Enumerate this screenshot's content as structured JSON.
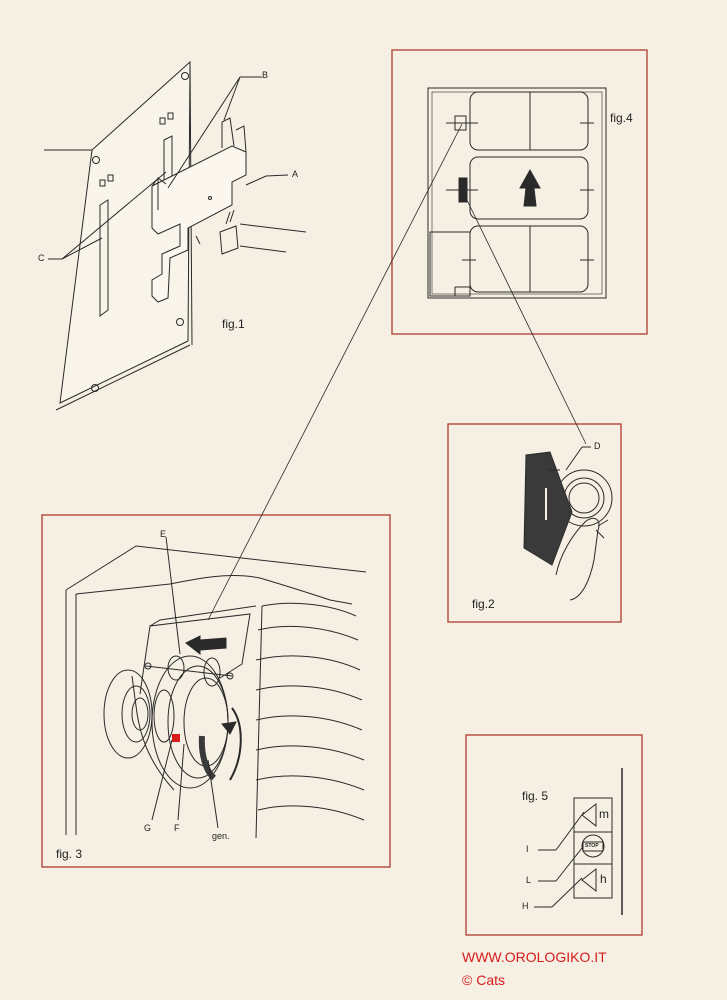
{
  "colors": {
    "paper": "#f6f0e4",
    "frame": "#b03a2e",
    "ink": "#2a2a2a",
    "watermark": "#d81b1b"
  },
  "figures": {
    "fig1": {
      "caption": "fig.1",
      "labels": {
        "a": "A",
        "b": "B",
        "c": "C"
      }
    },
    "fig2": {
      "caption": "fig.2",
      "labels": {
        "d": "D"
      }
    },
    "fig3": {
      "caption": "fig. 3",
      "labels": {
        "e": "E",
        "f": "F",
        "g": "G",
        "gen": "gen."
      }
    },
    "fig4": {
      "caption": "fig.4"
    },
    "fig5": {
      "caption": "fig. 5",
      "labels": {
        "i": "I",
        "l": "L",
        "h": "H"
      },
      "button_labels": {
        "m": "m",
        "stop": "STOP",
        "h": "h"
      }
    }
  },
  "footer": {
    "website": "WWW.OROLOGIKO.IT",
    "copyright": "© Cats"
  }
}
